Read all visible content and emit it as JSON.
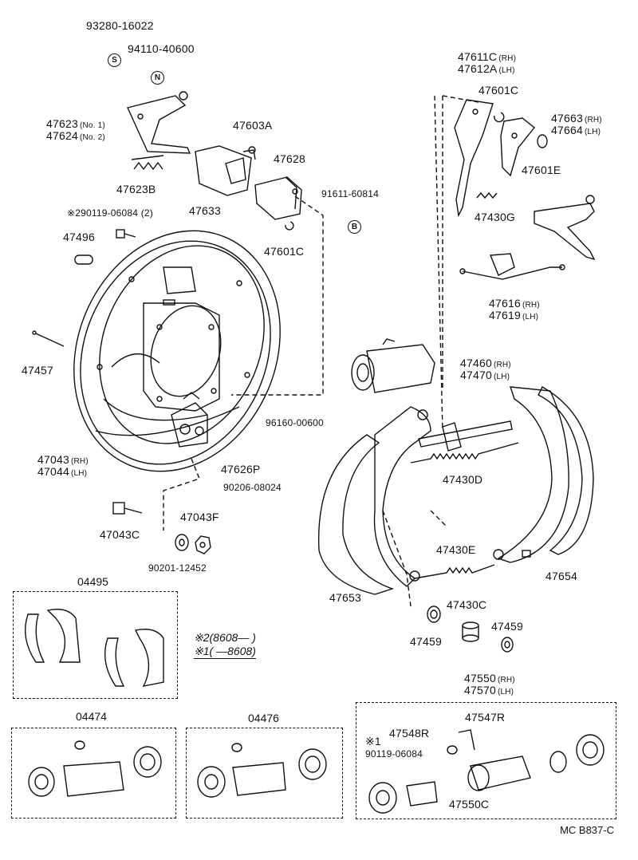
{
  "labels": {
    "p93280": "93280-16022",
    "p94110": "94110-40600",
    "p47623": "47623",
    "p47623_q": "(No. 1)",
    "p47624": "47624",
    "p47624_q": "(No. 2)",
    "p47603A": "47603A",
    "p47628": "47628",
    "p91611": "91611-60814",
    "p47623B": "47623B",
    "p47633": "47633",
    "p90119": "※290119-06084 (2)",
    "p47601C_a": "47601C",
    "p47496": "47496",
    "p47457": "47457",
    "p47043": "47043",
    "p47043_q": "(RH)",
    "p47044": "47044",
    "p47044_q": "(LH)",
    "p96160": "96160-00600",
    "p47626P": "47626P",
    "p90206": "90206-08024",
    "p47043F": "47043F",
    "p47043C": "47043C",
    "p90201": "90201-12452",
    "p47611C": "47611C",
    "p47611C_q": "(RH)",
    "p47612A": "47612A",
    "p47612A_q": "(LH)",
    "p47601C_b": "47601C",
    "p47663": "47663",
    "p47663_q": "(RH)",
    "p47664": "47664",
    "p47664_q": "(LH)",
    "p47601E": "47601E",
    "p47430G": "47430G",
    "p47616": "47616",
    "p47616_q": "(RH)",
    "p47619": "47619",
    "p47619_q": "(LH)",
    "p47460": "47460",
    "p47460_q": "(RH)",
    "p47470": "47470",
    "p47470_q": "(LH)",
    "p47430D": "47430D",
    "p47430E": "47430E",
    "p47654": "47654",
    "p47653": "47653",
    "p47430C": "47430C",
    "p47459_a": "47459",
    "p47459_b": "47459",
    "p04495": "04495",
    "p04474": "04474",
    "p04476": "04476",
    "p47550": "47550",
    "p47550_q": "(RH)",
    "p47570": "47570",
    "p47570_q": "(LH)",
    "p47547R": "47547R",
    "p47548R": "47548R",
    "p1_90119": "※1",
    "p90119b": "90119-06084",
    "p47550C": "47550C"
  },
  "symbols": {
    "s": "S",
    "n": "N",
    "b": "B"
  },
  "note": {
    "line1": "※2(8608—          )",
    "line2": "※1(       —8608)"
  },
  "footer": "MC  B837-C"
}
